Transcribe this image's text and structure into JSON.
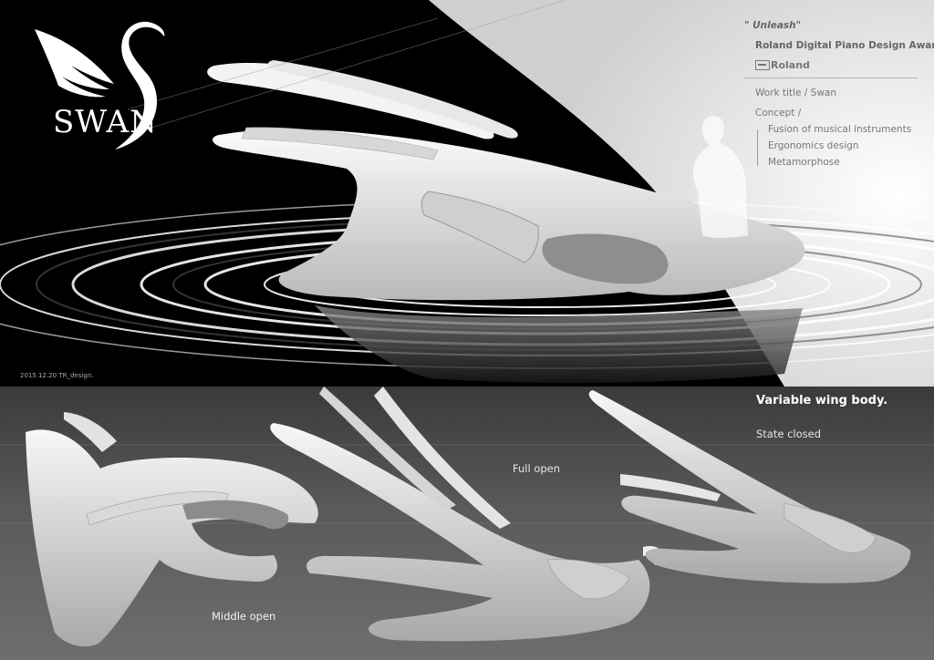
{
  "logo": {
    "text": "SWAN",
    "icon": "swan-icon"
  },
  "info": {
    "quote": "\" Unleash\"",
    "award": "Roland Digital Piano Design Awards",
    "brand": "Roland",
    "work_title": "Work title  /  Swan",
    "concept": "Concept  /",
    "concept_items": [
      "Fusion of musical instruments",
      "Ergonomics design",
      "Metamorphose"
    ]
  },
  "date": "2015.12.20  TR_design.",
  "bottom": {
    "heading": "Variable wing body.",
    "labels": {
      "closed": "State closed",
      "full": "Full open",
      "middle": "Middle open"
    }
  },
  "colors": {
    "dark": "#000000",
    "light": "#ffffff",
    "gray_panel": "#5a5a5a",
    "text_gray": "#777777"
  }
}
